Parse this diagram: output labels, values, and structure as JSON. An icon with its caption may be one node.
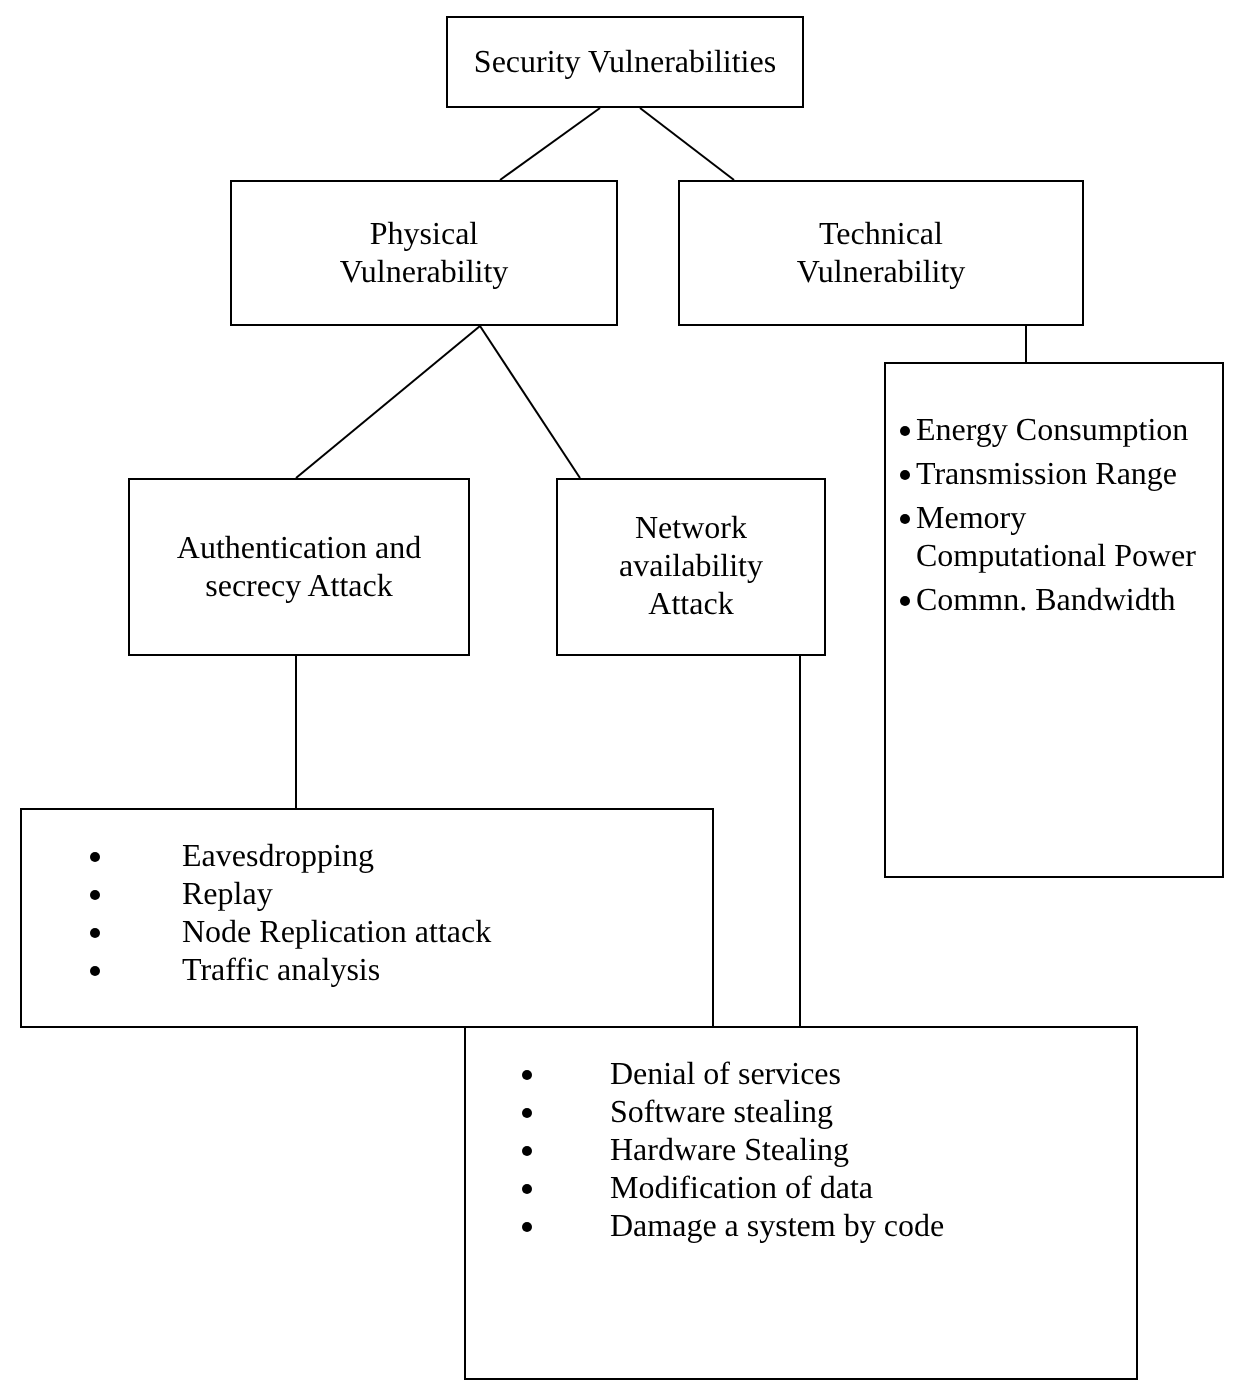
{
  "diagram": {
    "nodes": [
      {
        "text": [
          "Security Vulnerabilities"
        ]
      },
      {
        "text": [
          "Physical Vulnerability"
        ]
      },
      {
        "text": [
          "Technical Vulnerability"
        ]
      },
      {
        "text": [
          "Energy Consumption",
          "Transmission Range",
          "Memory Computational Power",
          "Commn. Bandwidth"
        ]
      },
      {
        "text": [
          "Authentication and secrecy Attack"
        ]
      },
      {
        "text": [
          "Network availability Attack"
        ]
      },
      {
        "text": [
          "Eavesdropping",
          "Replay",
          "Node Replication attack",
          "Traffic analysis"
        ]
      },
      {
        "text": [
          "Denial of services",
          "Software stealing",
          "Hardware Stealing",
          "Modification of data",
          "Damage a system by code"
        ]
      }
    ],
    "edges": [
      {
        "from": 0,
        "to": 1,
        "arrow": "none"
      },
      {
        "from": 0,
        "to": 2,
        "arrow": "none"
      },
      {
        "from": 1,
        "to": 4,
        "arrow": "none"
      },
      {
        "from": 1,
        "to": 5,
        "arrow": "none"
      },
      {
        "from": 2,
        "to": 3,
        "arrow": "none"
      },
      {
        "from": 4,
        "to": 6,
        "arrow": "none"
      },
      {
        "from": 5,
        "to": 7,
        "arrow": "none"
      }
    ]
  }
}
